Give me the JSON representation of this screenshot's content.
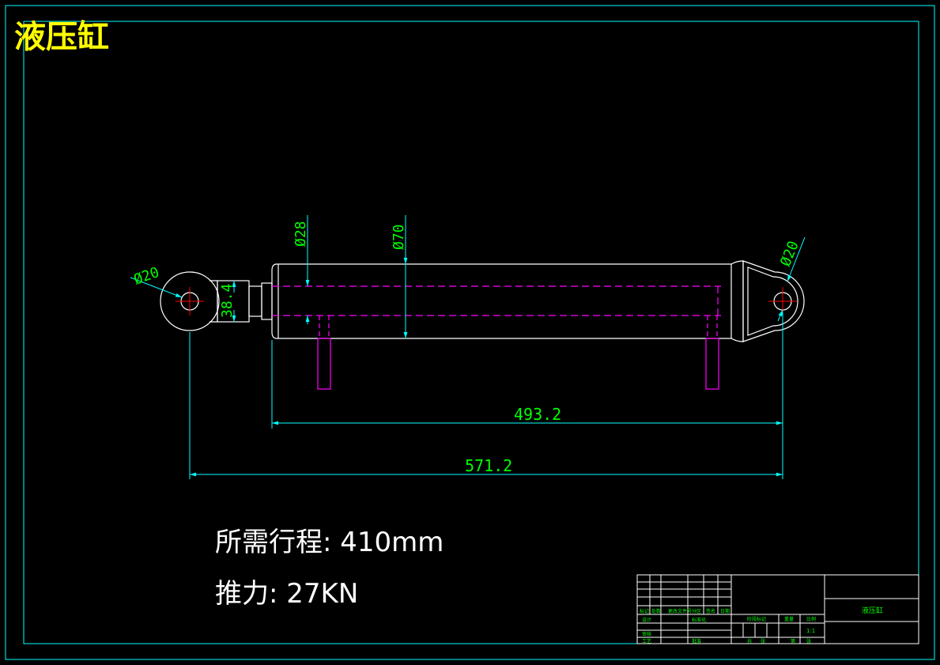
{
  "title": "液压缸",
  "dimensions": {
    "rod_eye_dia": "Ø20",
    "tail_eye_dia": "Ø20",
    "rod_dia": "Ø28",
    "bore_dia": "Ø70",
    "rod_end_height": "38.4",
    "cylinder_length": "493.2",
    "overall_length": "571.2"
  },
  "notes": {
    "stroke": "所需行程: 410mm",
    "thrust": "推力: 27KN"
  },
  "title_block": {
    "part_name": "液压缸",
    "scale": "1:1",
    "label_mark": "标记",
    "label_count": "处数",
    "label_zone": "分区",
    "label_change_doc": "更改文件号",
    "label_sign": "签名",
    "label_date": "日期",
    "label_stage": "阶段标记",
    "label_weight": "重量",
    "label_ratio": "比例",
    "label_design": "设计",
    "label_std": "标准化",
    "label_review": "审核",
    "label_process": "工艺",
    "label_approve": "批准",
    "label_total": "共",
    "label_sheet": "张",
    "label_no": "第"
  },
  "colors": {
    "frame": "#00ffff",
    "outline": "#ffffff",
    "hidden": "#ff00ff",
    "dimension": "#00ff00",
    "center": "#ff0000",
    "title": "#ffff00"
  }
}
